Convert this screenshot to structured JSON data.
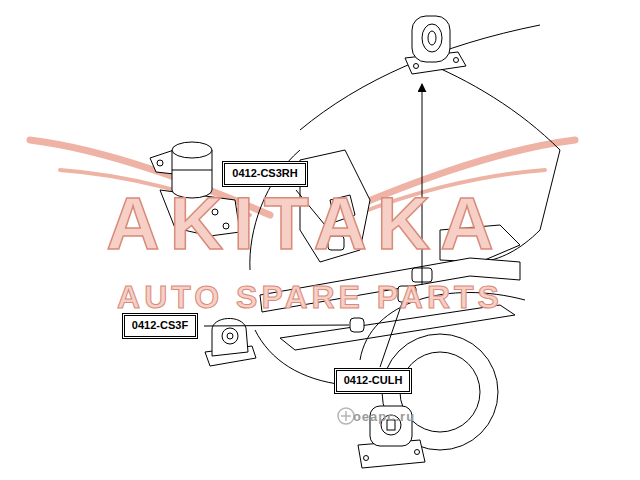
{
  "diagram": {
    "nodes": [
      {
        "text": [
          "0412-CS3RH"
        ]
      },
      {
        "text": [
          "0412-CS3F"
        ]
      },
      {
        "text": [
          "0412-CULH"
        ]
      }
    ],
    "labels": [
      "AKITAKA",
      "AUTO SPARE PARTS",
      "oeapc.ru"
    ]
  }
}
